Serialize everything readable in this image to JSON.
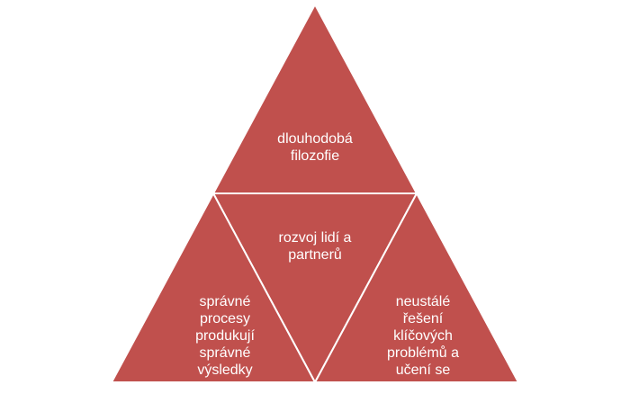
{
  "colors": {
    "triangle_fill": "#c0504d",
    "triangle_stroke": "#ffffff",
    "label_text": "#ffffff"
  },
  "segments": {
    "top": {
      "lines": [
        "dlouhodobá",
        "filozofie"
      ]
    },
    "center": {
      "lines": [
        "rozvoj lidí a",
        "partnerů"
      ]
    },
    "bottom_left": {
      "lines": [
        "správné",
        "procesy",
        "produkují",
        "správné",
        "výsledky"
      ]
    },
    "bottom_right": {
      "lines": [
        "neustálé",
        "řešení",
        "klíčových",
        "problémů a",
        "učení se"
      ]
    }
  }
}
